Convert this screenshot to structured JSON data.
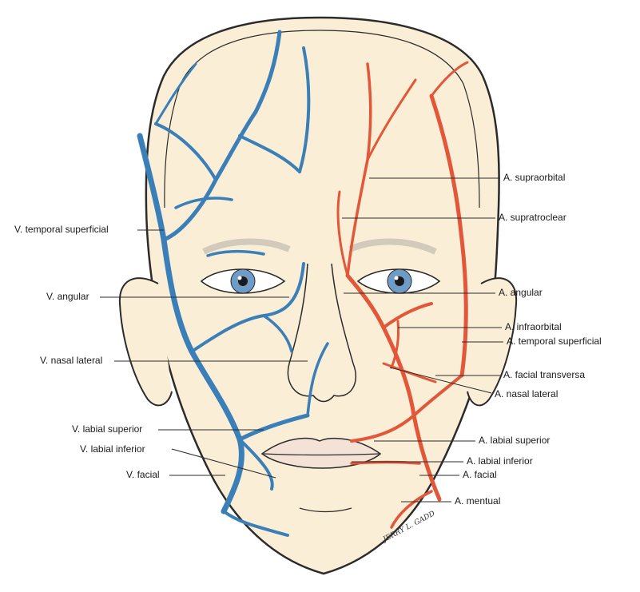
{
  "labels_left": [
    {
      "id": "v-temporal-superficial",
      "text": "V. temporal superficial"
    },
    {
      "id": "v-angular",
      "text": "V. angular"
    },
    {
      "id": "v-nasal-lateral",
      "text": "V. nasal lateral"
    },
    {
      "id": "v-labial-superior",
      "text": "V. labial superior"
    },
    {
      "id": "v-labial-inferior",
      "text": "V. labial inferior"
    },
    {
      "id": "v-facial",
      "text": "V. facial"
    }
  ],
  "labels_right": [
    {
      "id": "a-supraorbital",
      "text": "A. supraorbital"
    },
    {
      "id": "a-supratroclear",
      "text": "A. supratroclear"
    },
    {
      "id": "a-angular",
      "text": "A. angular"
    },
    {
      "id": "a-infraorbital",
      "text": "A. infraorbital"
    },
    {
      "id": "a-temporal-superficial",
      "text": "A. temporal superficial"
    },
    {
      "id": "a-facial-transversa",
      "text": "A. facial transversa"
    },
    {
      "id": "a-nasal-lateral",
      "text": "A. nasal lateral"
    },
    {
      "id": "a-labial-superior",
      "text": "A. labial superior"
    },
    {
      "id": "a-labial-inferior",
      "text": "A. labial inferior"
    },
    {
      "id": "a-facial",
      "text": "A. facial"
    },
    {
      "id": "a-mentual",
      "text": "A. mentual"
    }
  ],
  "signature": "JERRY L. GADD",
  "colors": {
    "skin": "#fbeed6",
    "outline": "#2b2b2b",
    "vein": "#3a7fb8",
    "artery": "#e2573a",
    "iris": "#6f9cc6"
  }
}
